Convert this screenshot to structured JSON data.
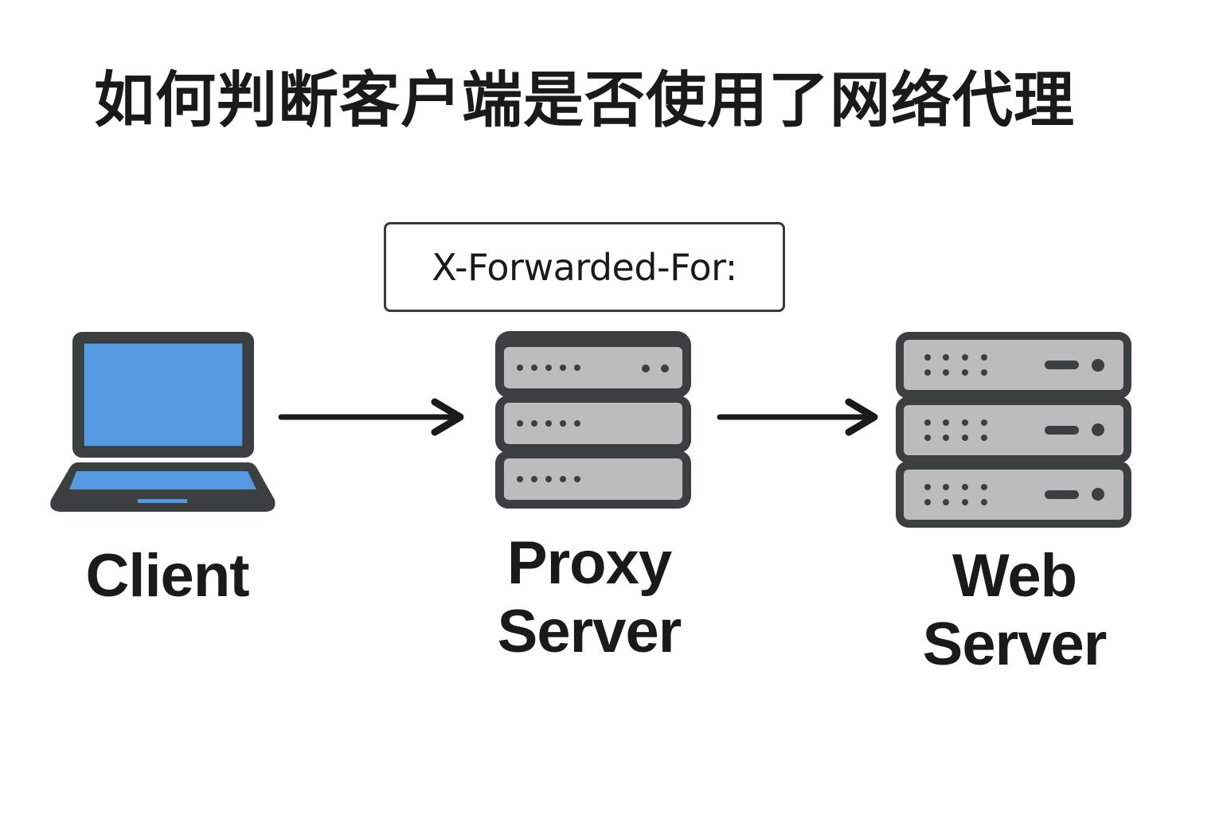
{
  "title": "如何判断客户端是否使用了网络代理",
  "header_box": {
    "text": "X-Forwarded-For:"
  },
  "nodes": {
    "client": {
      "label": "Client",
      "icon": "laptop-icon"
    },
    "proxy": {
      "label_line1": "Proxy",
      "label_line2": "Server",
      "icon": "server-stack-icon"
    },
    "web": {
      "label_line1": "Web",
      "label_line2": "Server",
      "icon": "server-stack-icon"
    }
  },
  "edges": [
    {
      "from": "Client",
      "to": "Proxy Server",
      "icon": "arrow-right-icon"
    },
    {
      "from": "Proxy Server",
      "to": "Web Server",
      "icon": "arrow-right-icon"
    }
  ],
  "colors": {
    "screen_blue": "#5599e0",
    "device_dark": "#3c3f40",
    "panel_gray": "#bbbcbb",
    "text": "#1a1a1a"
  }
}
